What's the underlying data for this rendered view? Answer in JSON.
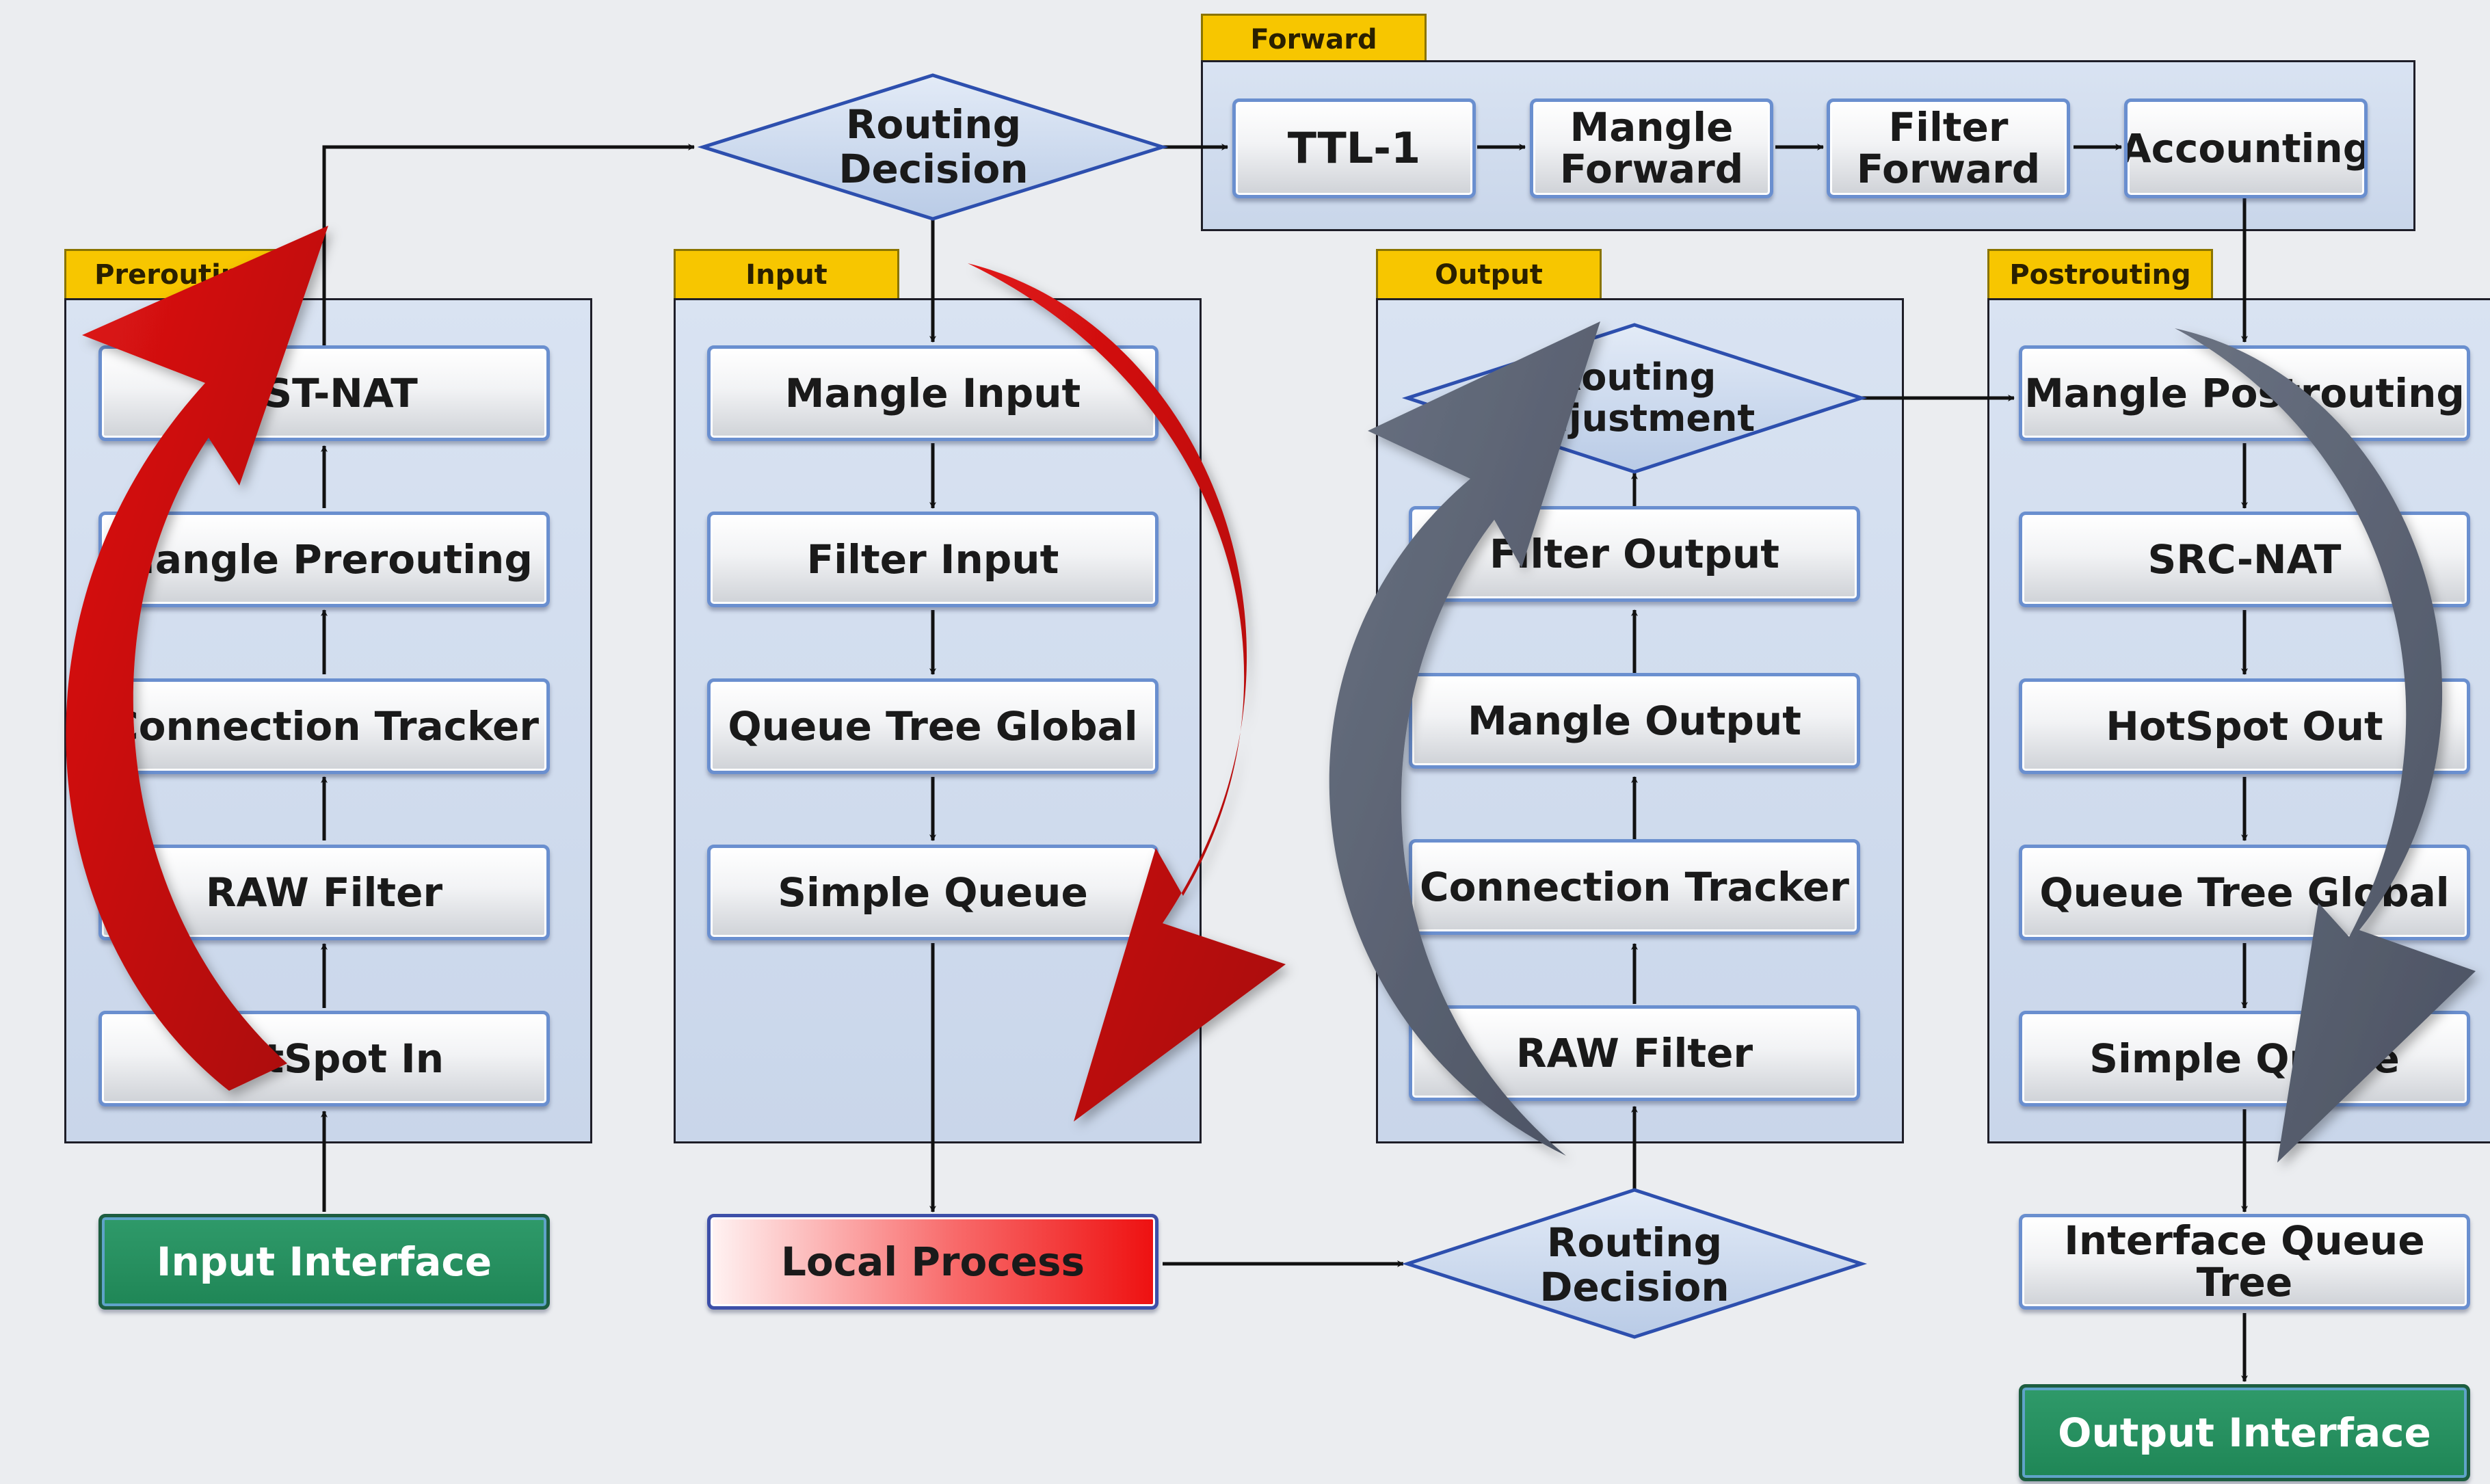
{
  "sections": {
    "forward": "Forward",
    "prerouting": "Prerouting",
    "input": "Input",
    "output": "Output",
    "postrouting": "Postrouting"
  },
  "diamonds": {
    "routing_top": "Routing\nDecision",
    "routing_adjustment": "Routing\nAdjustment",
    "routing_bottom": "Routing\nDecision"
  },
  "forward_chain": [
    "TTL-1",
    "Mangle\nForward",
    "Filter\nForward",
    "Accounting"
  ],
  "prerouting_chain": [
    "DST-NAT",
    "Mangle Prerouting",
    "Connection Tracker",
    "RAW Filter",
    "HotSpot In"
  ],
  "input_chain": [
    "Mangle Input",
    "Filter Input",
    "Queue Tree Global",
    "Simple Queue"
  ],
  "output_chain": [
    "Filter Output",
    "Mangle Output",
    "Connection Tracker",
    "RAW Filter"
  ],
  "postrouting_chain": [
    "Mangle Postrouting",
    "SRC-NAT",
    "HotSpot Out",
    "Queue Tree Global",
    "Simple Queue"
  ],
  "endpoints": {
    "input_interface": "Input Interface",
    "local_process": "Local Process",
    "interface_queue_tree": "Interface Queue Tree",
    "output_interface": "Output Interface"
  },
  "colors": {
    "section_tab": "#f7c600",
    "box_border": "#6a8fcf",
    "interface_green": "#1f8656",
    "local_process_red": "#ee1010",
    "red_arrow": "#d40f0f",
    "gray_arrow": "#5c6474"
  }
}
